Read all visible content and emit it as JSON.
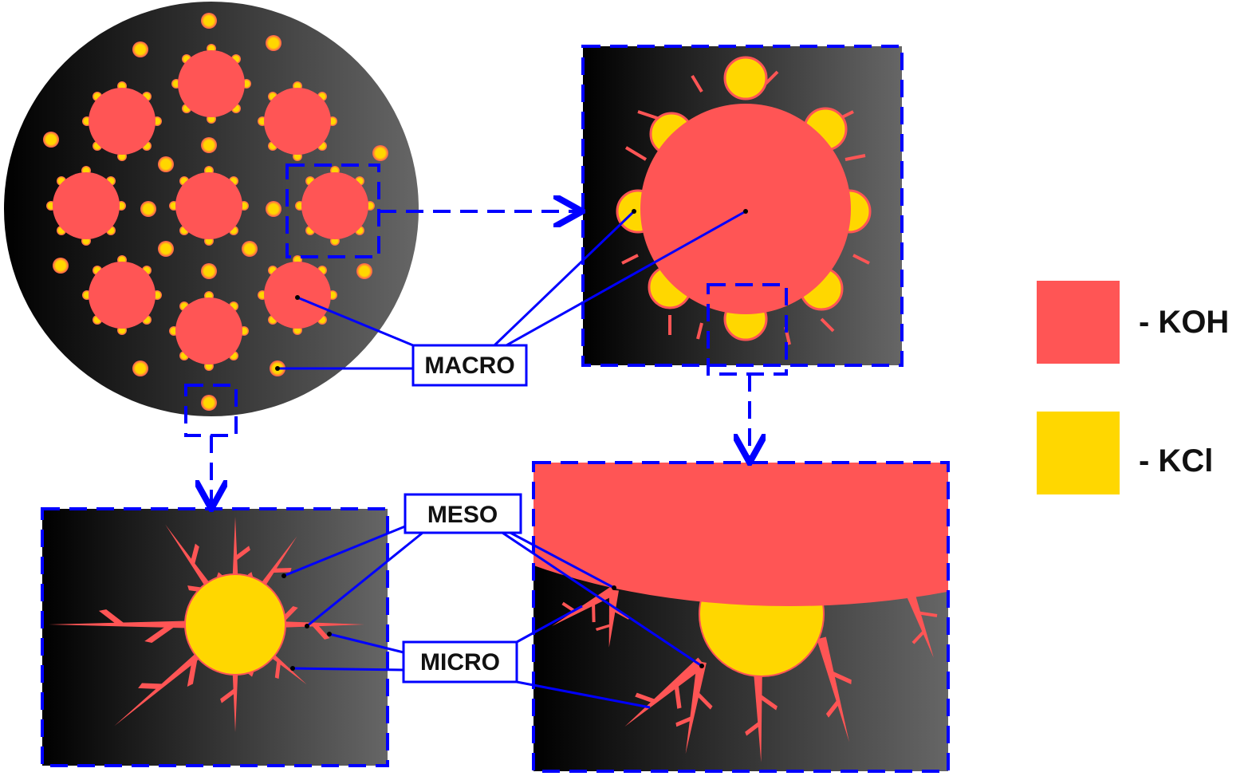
{
  "colors": {
    "koh": "#FF5555",
    "kcl": "#FFD700",
    "connector": "#0000FF",
    "background_dark": "#000000",
    "background_light": "#666666"
  },
  "labels": {
    "macro": "MACRO",
    "meso": "MESO",
    "micro": "MICRO"
  },
  "legend": [
    {
      "name": "koh",
      "label": "- KOH",
      "color": "#FF5555"
    },
    {
      "name": "kcl",
      "label": "- KCl",
      "color": "#FFD700"
    }
  ],
  "panels": [
    {
      "id": "pellet-overview",
      "description": "circular pellet cross-section with KOH granules and KCl particles"
    },
    {
      "id": "macro-zoom",
      "description": "single KOH granule with KCl particles and surface channels"
    },
    {
      "id": "kcl-particle-zoom",
      "description": "KCl particle with branching KOH channels"
    },
    {
      "id": "granule-edge-zoom",
      "description": "edge of KOH granule with KCl particle and channels"
    }
  ]
}
